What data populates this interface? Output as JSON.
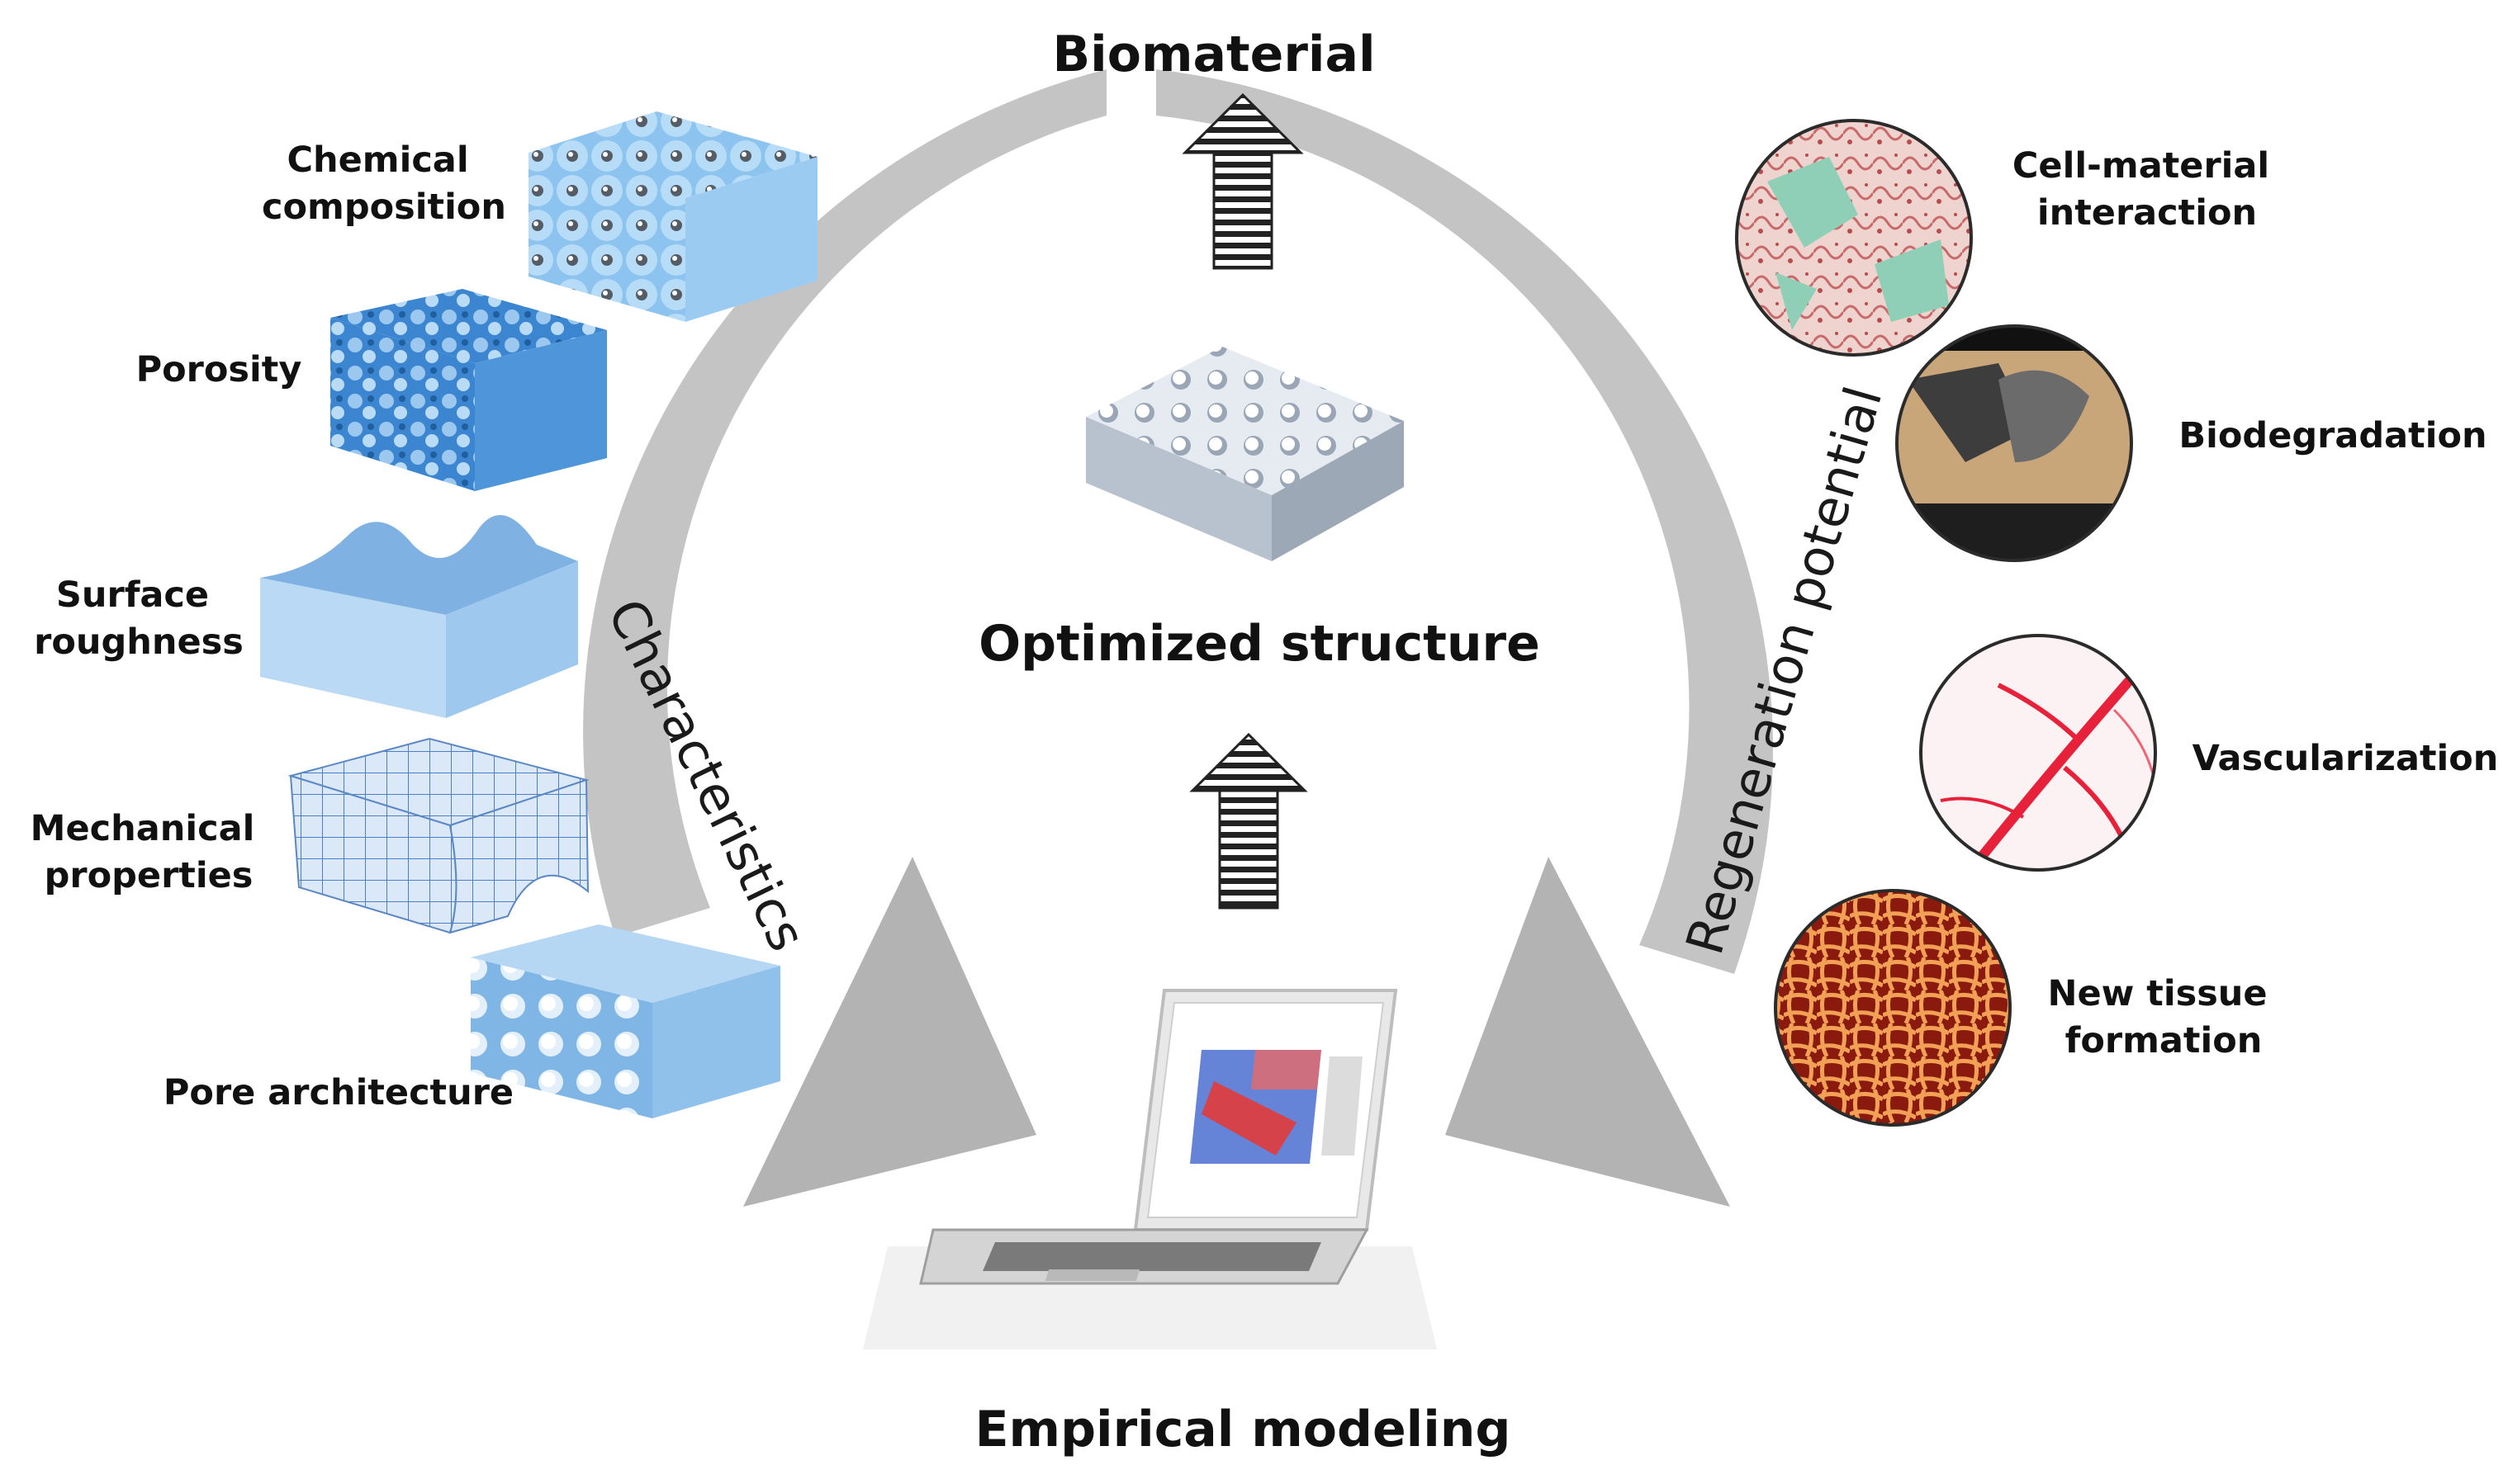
{
  "title_top": "Biomaterial",
  "center_label": "Optimized structure",
  "bottom_label": "Empirical modeling",
  "left_arc_label": "Characteristics",
  "right_arc_label": "Regeneration potential",
  "characteristics": {
    "chemical": [
      "Chemical",
      "composition"
    ],
    "porosity": [
      "Porosity"
    ],
    "surface": [
      "Surface",
      "roughness"
    ],
    "mechanical": [
      "Mechanical",
      "properties"
    ],
    "pore": [
      "Pore architecture"
    ]
  },
  "regeneration": {
    "cell": [
      "Cell-material",
      "interaction"
    ],
    "biodeg": [
      "Biodegradation"
    ],
    "vasc": [
      "Vascularization"
    ],
    "tissue": [
      "New tissue",
      "formation"
    ]
  },
  "colors": {
    "arrow_gray": "#b3b3b3",
    "material_blue": "#5b9bd5",
    "material_light": "#a9d0f0",
    "histology_green": "#8fcfb8",
    "vessel_red": "#e8213a",
    "tissue_orange": "#d9541c"
  },
  "icons": [
    "sphere-lattice-icon",
    "porous-foam-icon",
    "rough-surface-icon",
    "mesh-grid-icon",
    "porous-block-icon",
    "gyroid-lattice-icon",
    "laptop-icon",
    "striped-up-arrow-icon"
  ]
}
